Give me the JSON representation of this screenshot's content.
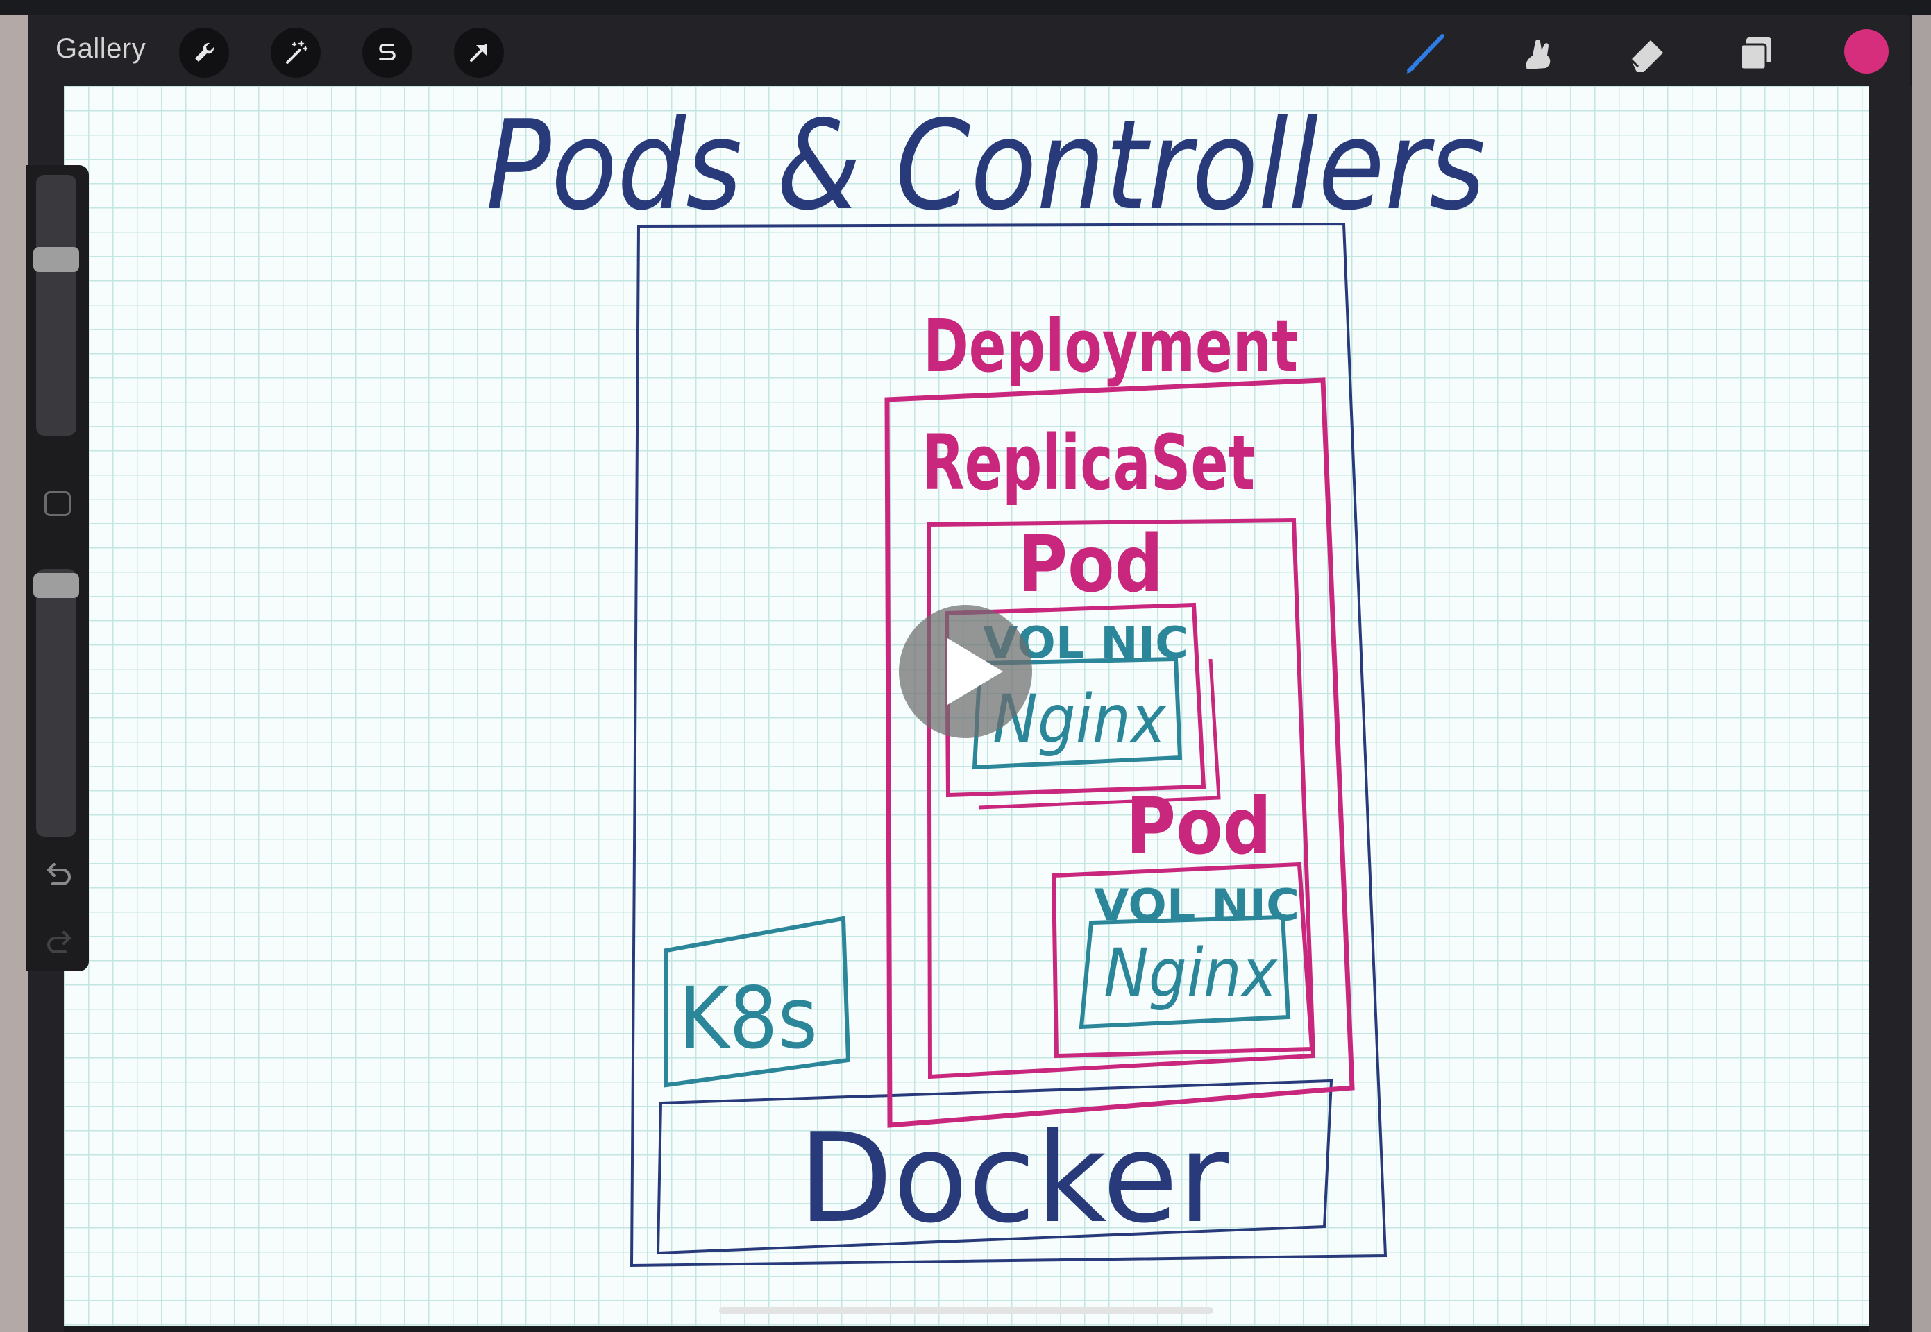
{
  "app": {
    "gallery_label": "Gallery"
  },
  "toolbar": {
    "left_icons": [
      "wrench-icon",
      "magic-wand-icon",
      "selection-s-icon",
      "transform-arrow-icon"
    ],
    "right_icons": [
      "brush-icon",
      "smudge-icon",
      "eraser-icon",
      "layers-icon"
    ],
    "current_color": "#d62d7c",
    "brush_color": "#2e7de6"
  },
  "canvas": {
    "grid_color": "#c3e6e2",
    "paper_color": "#f7fdfc"
  },
  "drawing": {
    "title": "Pods & Controllers",
    "deployment_label": "Deployment",
    "replicaset_label": "ReplicaSet",
    "pod1_label": "Pod",
    "pod2_label": "Pod",
    "vol_nic_1": "VOL NIC",
    "nginx_1": "Nginx",
    "vol_nic_2": "VOL NIC",
    "nginx_2": "Nginx",
    "k8s_label": "K8s",
    "docker_label": "Docker",
    "colors": {
      "ink": "#283a7a",
      "magenta": "#c8277d",
      "teal": "#2b8699"
    }
  }
}
